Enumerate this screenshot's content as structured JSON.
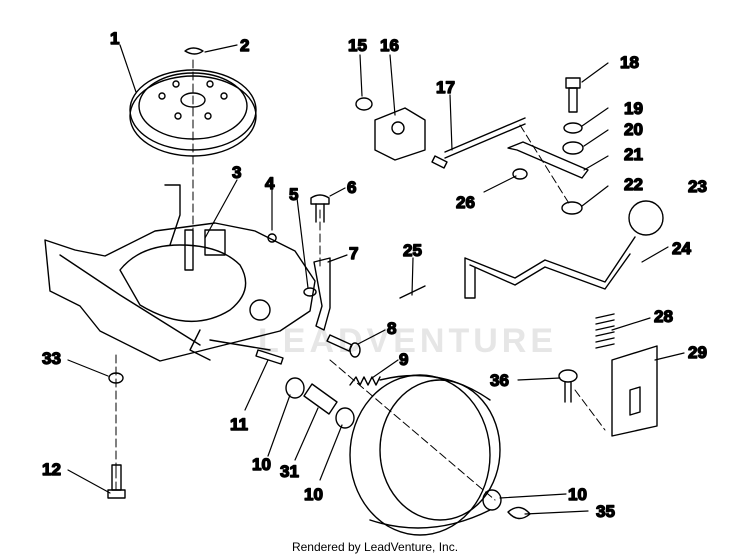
{
  "diagram": {
    "callouts": [
      "1",
      "2",
      "3",
      "4",
      "5",
      "6",
      "7",
      "8",
      "9",
      "10",
      "10",
      "10",
      "11",
      "12",
      "15",
      "16",
      "17",
      "18",
      "19",
      "20",
      "21",
      "22",
      "23",
      "24",
      "25",
      "26",
      "28",
      "29",
      "31",
      "33",
      "35",
      "36"
    ]
  },
  "watermark": "LEADVENTURE",
  "footer": "Rendered by LeadVenture, Inc."
}
